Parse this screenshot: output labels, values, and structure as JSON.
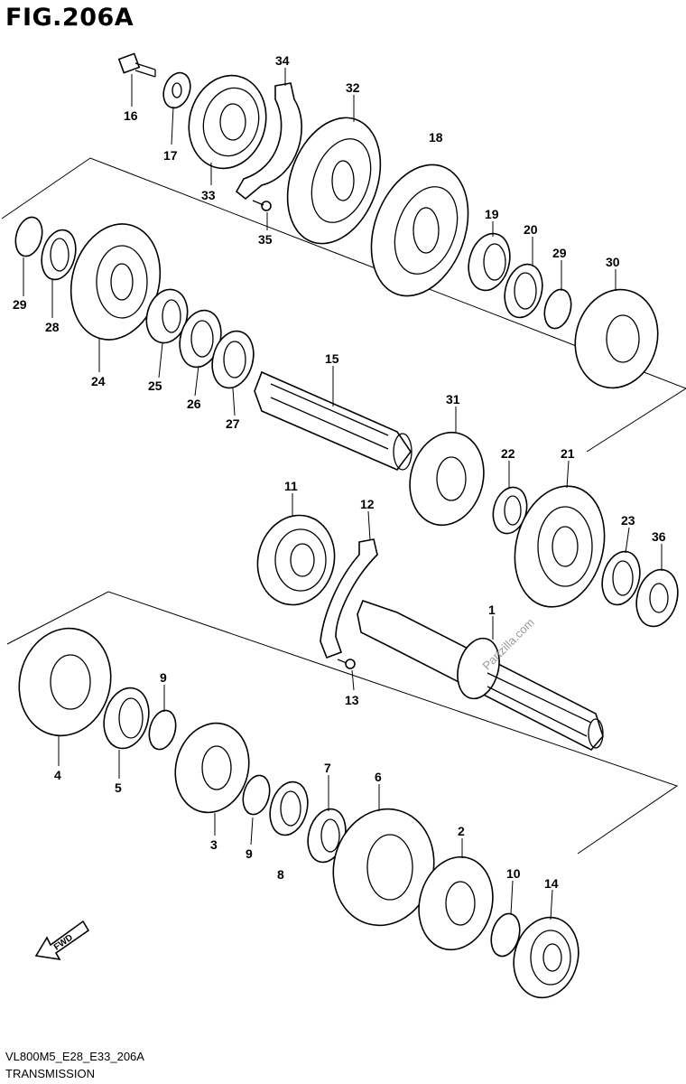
{
  "title": "FIG.206A",
  "watermark": "Partzilla.com",
  "fwd_label": "FWD",
  "footer": {
    "code": "VL800M5_E28_E33_206A",
    "caption": "TRANSMISSION"
  },
  "callouts": [
    "1",
    "2",
    "3",
    "4",
    "5",
    "6",
    "7",
    "8",
    "9",
    "10",
    "11",
    "12",
    "13",
    "14",
    "15",
    "16",
    "17",
    "18",
    "19",
    "20",
    "21",
    "22",
    "23",
    "24",
    "25",
    "26",
    "27",
    "28",
    "29",
    "30",
    "31",
    "32",
    "33",
    "34",
    "35",
    "36"
  ],
  "callout_9_second": "9",
  "callout_29_second": "29"
}
